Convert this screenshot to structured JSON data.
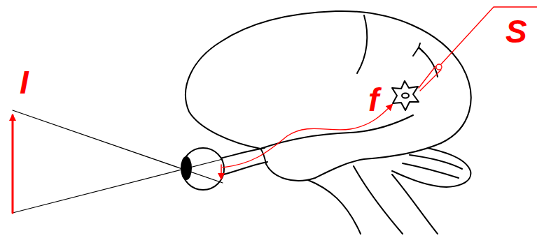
{
  "diagram": {
    "labels": [
      "I",
      "f",
      "S"
    ]
  }
}
